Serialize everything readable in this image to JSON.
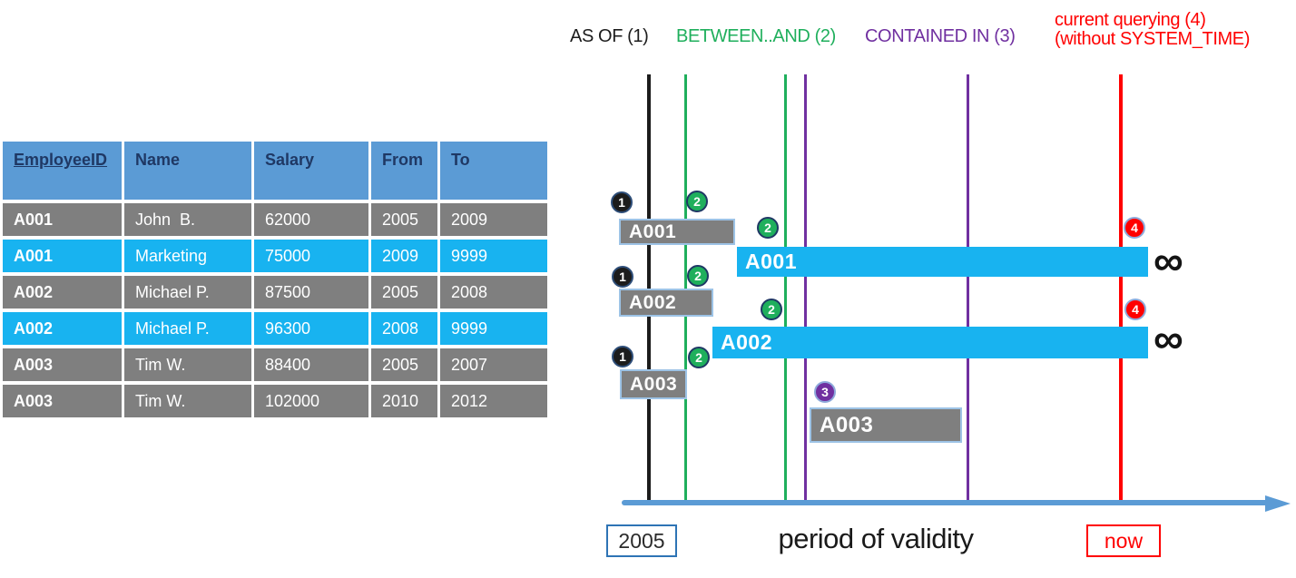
{
  "colors": {
    "header_blue": "#5B9BD5",
    "header_text": "#1F3864",
    "row_gray": "#7F7F7F",
    "row_cyan": "#18B3F0",
    "bar_border": "#9DC3E6",
    "green": "#1FAF5C",
    "purple": "#7030A0",
    "red": "#FF0000",
    "near_black": "#1C1C1C",
    "axis_blue": "#5B9BD5",
    "box_blue_border": "#2E74B5"
  },
  "table": {
    "headers": [
      "EmployeeID",
      "Name",
      "Salary",
      "From",
      "To"
    ],
    "rows": [
      {
        "variant": "history",
        "cells": [
          "A001",
          "John  B.",
          "62000",
          "2005",
          "2009"
        ]
      },
      {
        "variant": "current",
        "cells": [
          "A001",
          "Marketing",
          "75000",
          "2009",
          "9999"
        ]
      },
      {
        "variant": "history",
        "cells": [
          "A002",
          "Michael P.",
          "87500",
          "2005",
          "2008"
        ]
      },
      {
        "variant": "current",
        "cells": [
          "A002",
          "Michael P.",
          "96300",
          "2008",
          "9999"
        ]
      },
      {
        "variant": "history",
        "cells": [
          "A003",
          "Tim W.",
          "88400",
          "2005",
          "2007"
        ]
      },
      {
        "variant": "history",
        "cells": [
          "A003",
          "Tim W.",
          "102000",
          "2010",
          "2012"
        ]
      }
    ]
  },
  "legend": [
    {
      "name": "legend-as-of",
      "label": "AS OF (1)",
      "label2": "",
      "color": "#1C1C1C"
    },
    {
      "name": "legend-between-and",
      "label": "BETWEEN..AND (2)",
      "label2": "",
      "color": "#1FAF5C"
    },
    {
      "name": "legend-contained-in",
      "label": "CONTAINED IN (3)",
      "label2": "",
      "color": "#7030A0"
    },
    {
      "name": "legend-current-querying",
      "label": "current querying (4)",
      "label2": "(without SYSTEM_TIME)",
      "color": "#FF0000"
    }
  ],
  "diagram": {
    "lines": [
      {
        "name": "as-of-line",
        "color": "#1C1C1C"
      },
      {
        "name": "between-start-line",
        "color": "#1FAF5C"
      },
      {
        "name": "between-end-line",
        "color": "#1FAF5C"
      },
      {
        "name": "contained-in-start-line",
        "color": "#7030A0"
      },
      {
        "name": "contained-in-end-line",
        "color": "#7030A0"
      },
      {
        "name": "now-line",
        "color": "#FF0000"
      }
    ],
    "bars": [
      {
        "name": "bar-a001-history",
        "label": "A001",
        "kind": "history"
      },
      {
        "name": "bar-a001-current",
        "label": "A001",
        "kind": "current"
      },
      {
        "name": "bar-a002-history",
        "label": "A002",
        "kind": "history"
      },
      {
        "name": "bar-a002-current",
        "label": "A002",
        "kind": "current"
      },
      {
        "name": "bar-a003-history-1",
        "label": "A003",
        "kind": "history"
      },
      {
        "name": "bar-a003-history-2",
        "label": "A003",
        "kind": "history"
      }
    ],
    "badges": [
      {
        "num": "1",
        "query": "as-of"
      },
      {
        "num": "2",
        "query": "between-and"
      },
      {
        "num": "2",
        "query": "between-and"
      },
      {
        "num": "4",
        "query": "current-querying"
      },
      {
        "num": "1",
        "query": "as-of"
      },
      {
        "num": "2",
        "query": "between-and"
      },
      {
        "num": "2",
        "query": "between-and"
      },
      {
        "num": "4",
        "query": "current-querying"
      },
      {
        "num": "1",
        "query": "as-of"
      },
      {
        "num": "2",
        "query": "between-and"
      },
      {
        "num": "3",
        "query": "contained-in"
      }
    ],
    "badge_styles": {
      "1": {
        "bg": "#1C1C1C",
        "ring": "#2E4E79"
      },
      "2": {
        "bg": "#1FAF5C",
        "ring": "#1F3864"
      },
      "3": {
        "bg": "#7030A0",
        "ring": "#8EAADB"
      },
      "4": {
        "bg": "#FF0000",
        "ring": "#8EAADB"
      }
    },
    "infinity": "∞",
    "axis": {
      "start_label": "2005",
      "title": "period of validity",
      "now_label": "now"
    }
  }
}
